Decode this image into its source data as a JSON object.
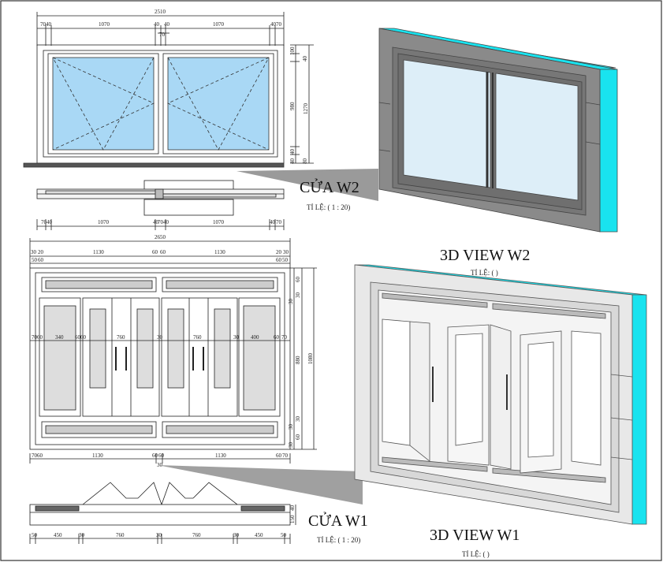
{
  "w2": {
    "overall": "2510",
    "top_dims": [
      "70",
      "40",
      "1070",
      "40",
      "70",
      "40",
      "1070",
      "40",
      "70"
    ],
    "bottom_dims": [
      "70",
      "40",
      "1070",
      "40",
      "70",
      "40",
      "1070",
      "40",
      "70"
    ],
    "right_dims": [
      "100",
      "40",
      "980",
      "1270",
      "40",
      "40",
      "80"
    ],
    "title": "CỬA W2",
    "scale": "TỈ LỆ: ( 1 : 20)",
    "view_title": "3D VIEW W2",
    "view_scale": "TỈ LỆ: ( )"
  },
  "w1": {
    "overall": "2650",
    "top_dims": [
      "30",
      "20",
      "1130",
      "60",
      "60",
      "1130",
      "20",
      "30"
    ],
    "top_dims2": [
      "50",
      "60",
      "60",
      "50"
    ],
    "mid_dims": [
      "70",
      "60",
      "340",
      "60",
      "60",
      "760",
      "30",
      "760",
      "30",
      "400",
      "60",
      "70"
    ],
    "bottom_dims": [
      "70",
      "60",
      "1130",
      "60",
      "60",
      "1130",
      "60",
      "70"
    ],
    "bottom_extra": "30",
    "right_dims": [
      "60",
      "30",
      "30",
      "880",
      "1080",
      "30",
      "30",
      "60",
      "30"
    ],
    "plan_dims": [
      "50",
      "450",
      "30",
      "760",
      "30",
      "760",
      "30",
      "450",
      "50"
    ],
    "plan_right": [
      "40",
      "150"
    ],
    "title": "CỬA W1",
    "scale": "TỈ LỆ: ( 1 : 20)",
    "view_title": "3D VIEW W1",
    "view_scale": "TỈ LỆ: ( )"
  },
  "colors": {
    "glass": "#a9d8f5",
    "wall_cyan": "#19e3ef",
    "frame_gray": "#7f7f7f",
    "line": "#222222"
  }
}
